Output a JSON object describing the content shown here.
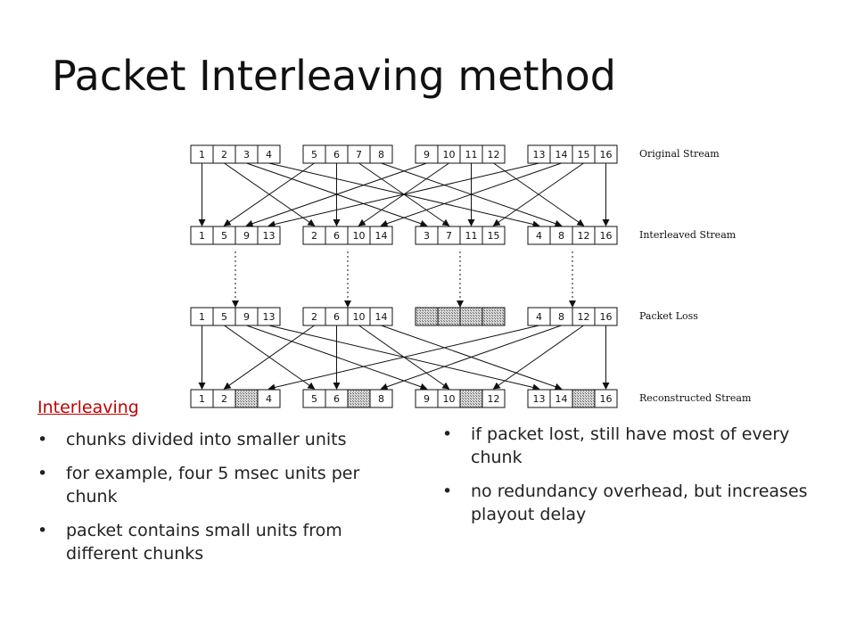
{
  "title": "Packet Interleaving method",
  "diagram": {
    "rows": [
      {
        "label": "Original Stream",
        "groups": [
          [
            "1",
            "2",
            "3",
            "4"
          ],
          [
            "5",
            "6",
            "7",
            "8"
          ],
          [
            "9",
            "10",
            "11",
            "12"
          ],
          [
            "13",
            "14",
            "15",
            "16"
          ]
        ]
      },
      {
        "label": "Interleaved Stream",
        "groups": [
          [
            "1",
            "5",
            "9",
            "13"
          ],
          [
            "2",
            "6",
            "10",
            "14"
          ],
          [
            "3",
            "7",
            "11",
            "15"
          ],
          [
            "4",
            "8",
            "12",
            "16"
          ]
        ]
      },
      {
        "label": "Packet Loss",
        "groups": [
          [
            "1",
            "5",
            "9",
            "13"
          ],
          [
            "2",
            "6",
            "10",
            "14"
          ],
          [
            "",
            "",
            "",
            ""
          ],
          [
            "4",
            "8",
            "12",
            "16"
          ]
        ]
      },
      {
        "label": "Reconstructed Stream",
        "groups": [
          [
            "1",
            "2",
            "",
            "4"
          ],
          [
            "5",
            "6",
            "",
            "8"
          ],
          [
            "9",
            "10",
            "",
            "12"
          ],
          [
            "13",
            "14",
            "",
            "16"
          ]
        ]
      }
    ],
    "lost_group": 2
  },
  "left": {
    "heading": "Interleaving",
    "bullets": [
      "chunks divided into smaller units",
      "for example, four 5 msec units per chunk",
      "packet contains small units from different chunks"
    ]
  },
  "right": {
    "bullets": [
      "if packet lost, still have most of every chunk",
      "no redundancy overhead, but increases playout delay"
    ]
  }
}
